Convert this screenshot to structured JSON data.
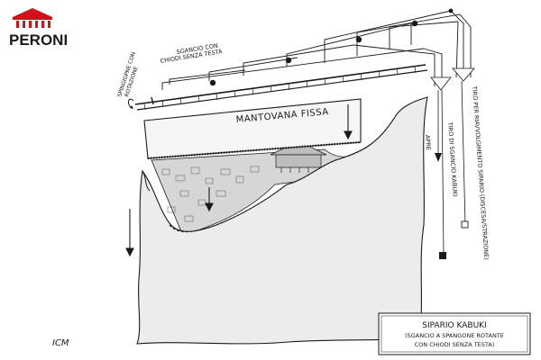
{
  "logo": {
    "text": "PERONI",
    "roof_color": "#d0101a",
    "text_color": "#1a1a1a"
  },
  "labels": {
    "sgancio_chiodi": [
      "SGANCIO CON",
      "CHIODI SENZA TESTA"
    ],
    "spingigpne": [
      "SPINGIGPNE CON",
      "ROTAZIONE"
    ],
    "mantovana": "MANTOVANA FISSA",
    "apre": "APRE",
    "tiro_kabuki": "TIRO DI SGANCIO KABUKI",
    "tiro_riavvolgimento": "TIRO PER RIAVVOLGIMENTO SIPARIO (DISCESA/STRAZIONE)"
  },
  "caption": {
    "title": "SIPARIO KABUKI",
    "line2": "(SGANCIO A SPANGONE ROTANTE",
    "line3": "CON CHIODI SENZA TESTA)"
  },
  "signature": "ICM",
  "colors": {
    "ink": "#1a1a1a",
    "curtain": "#ececec",
    "backdrop": "#dcdcdc"
  }
}
